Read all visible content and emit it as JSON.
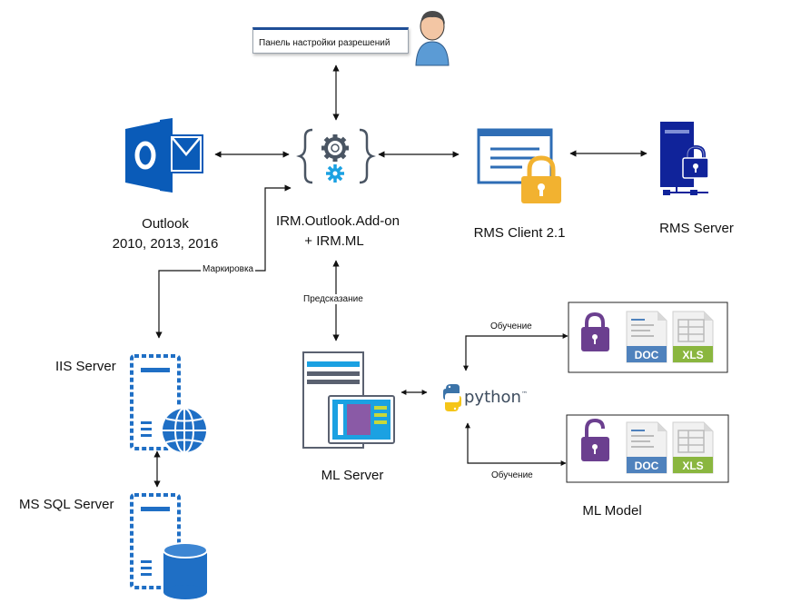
{
  "nodes": {
    "permissions_panel": "Панель настройки разрешений",
    "outlook": {
      "line1": "Outlook",
      "line2": "2010, 2013, 2016"
    },
    "addon": {
      "line1": "IRM.Outlook.Add-on",
      "line2": "+ IRM.ML"
    },
    "rms_client": "RMS Client 2.1",
    "rms_server": "RMS Server",
    "iis_server": "IIS Server",
    "ms_sql_server": "MS SQL Server",
    "ml_server": "ML Server",
    "ml_model": "ML Model",
    "python": "python",
    "python_tm": "™"
  },
  "edges": {
    "marking": "Маркировка",
    "prediction": "Предсказание",
    "training_top": "Обучение",
    "training_bottom": "Обучение"
  },
  "files": {
    "doc": "DOC",
    "xls": "XLS"
  },
  "colors": {
    "outlook_blue": "#0a5bb8",
    "ms_blue": "#1f6fc5",
    "gear_gray": "#4a5563",
    "gear_blue": "#1ba1e2",
    "lock_gold": "#f2b230",
    "lock_purple": "#6b3f8f",
    "doc_blue": "#4f82bd",
    "xls_green": "#8ab63f",
    "server_navy": "#10239a"
  }
}
